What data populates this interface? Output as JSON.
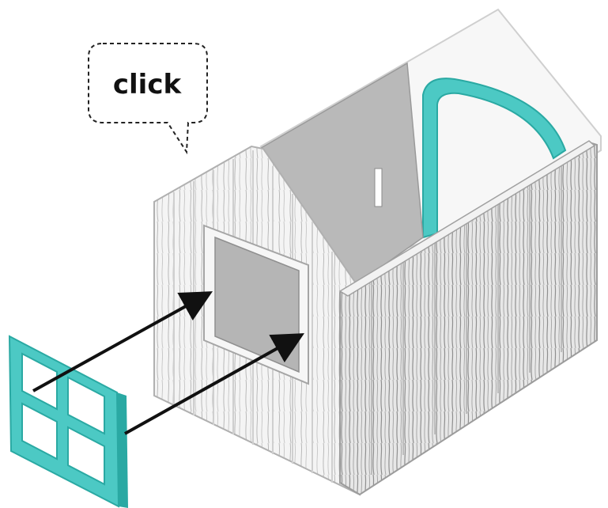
{
  "callout": {
    "text": "click"
  },
  "colors": {
    "teal": "#4cc9c4",
    "teal_dark": "#2aa9a3",
    "board": "#f2f2f2",
    "board_shade": "#d9d9d9",
    "grain": "#9a9a9a",
    "opening": "#b5b5b5",
    "arrow": "#111111"
  },
  "icons": {
    "window_part": "four-pane-window-frame",
    "arrow": "assembly-arrow"
  }
}
